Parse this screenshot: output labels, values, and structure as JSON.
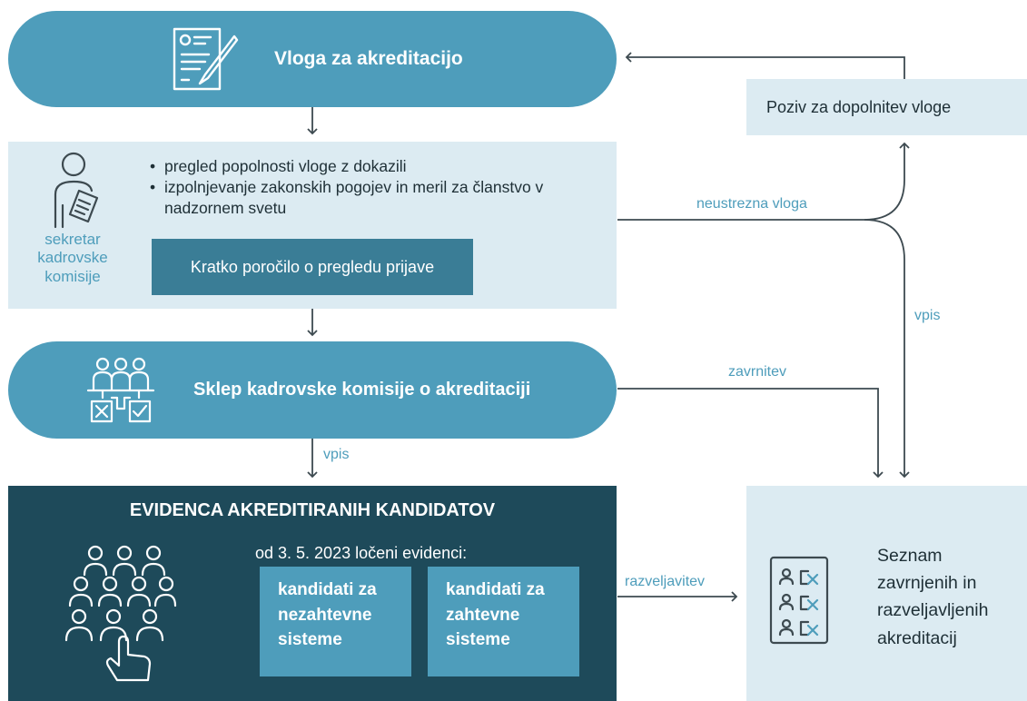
{
  "nodes": {
    "application": {
      "title": "Vloga za akreditacijo",
      "icon": "form-with-pencil-icon"
    },
    "request_supplement": {
      "title": "Poziv za dopolnitev vloge"
    },
    "review": {
      "role": "sekretar kadrovske komisije",
      "role_icon": "person-with-document-icon",
      "bullets": [
        "pregled popolnosti vloge z dokazili",
        "izpolnjevanje zakonskih pogojev in meril za članstvo v nadzornem svetu"
      ],
      "report": "Kratko poročilo o pregledu prijave"
    },
    "decision": {
      "title": "Sklep kadrovske komisije o akreditaciji",
      "icon": "committee-vote-icon"
    },
    "registry": {
      "title": "EVIDENCA AKREDITIRANIH KANDIDATOV",
      "subtitle": "od 3. 5. 2023 ločeni evidenci:",
      "icon": "group-selection-hand-icon",
      "categories": [
        "kandidati za nezahtevne sisteme",
        "kandidati za zahtevne sisteme"
      ]
    },
    "rejected_list": {
      "title": "Seznam zavrnjenih in razveljavljenih akreditacij",
      "icon": "checklist-rejected-icon"
    }
  },
  "edges": {
    "incomplete": "neustrezna vloga",
    "vpis_right": "vpis",
    "rejection": "zavrnitev",
    "vpis_down": "vpis",
    "revocation": "razveljavitev"
  },
  "colors": {
    "primary": "#4e9dbb",
    "light": "#dcebf2",
    "dark": "#1e4a5a",
    "mid": "#3a7d96",
    "arrow": "#3d4a50"
  }
}
